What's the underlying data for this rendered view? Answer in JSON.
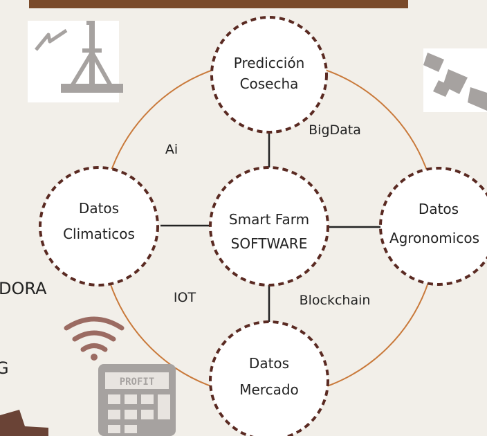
{
  "nodes": {
    "top": [
      "Predicción",
      "Cosecha"
    ],
    "left": [
      "Datos",
      "Climaticos"
    ],
    "center": [
      "Smart Farm",
      "SOFTWARE"
    ],
    "right": [
      "Datos",
      "Agronomicos"
    ],
    "bottom": [
      "Datos",
      "Mercado"
    ]
  },
  "edge_labels": {
    "ai": "Ai",
    "bigdata": "BigData",
    "iot": "IOT",
    "blockchain": "Blockchain"
  },
  "side_text": {
    "partial_1": "DORA",
    "partial_2": "G"
  },
  "icons": {
    "calculator_label": "PROFIT"
  },
  "colors": {
    "ring": "#c9793a",
    "header_bar": "#7a4a2a",
    "dashed_border": "#5a2a22",
    "icon_gray": "#a6a2a0"
  }
}
